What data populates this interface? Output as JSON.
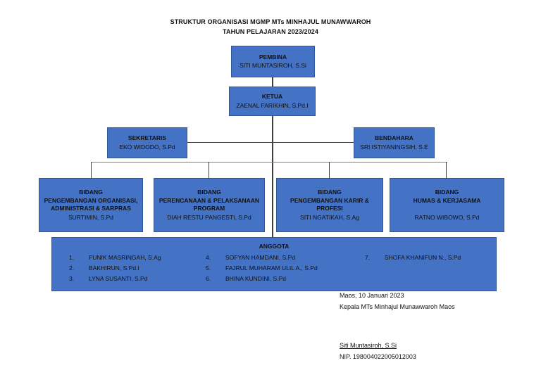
{
  "title": {
    "line1": "STRUKTUR ORGANISASI MGMP MTs MINHAJUL MUNAWWAROH",
    "line2": "TAHUN PELAJARAN 2023/2024"
  },
  "colors": {
    "box_fill": "#4472C4",
    "box_border": "#2F5597",
    "connector": "#404040",
    "text": "#121212"
  },
  "nodes": {
    "pembina": {
      "title": "PEMBINA",
      "name": "SITI MUNTASIROH, S.Si"
    },
    "ketua": {
      "title": "KETUA",
      "name": "ZAENAL FARIKHIN, S.Pd.I"
    },
    "sekretaris": {
      "title": "SEKRETARIS",
      "name": "EKO WIDODO, S.Pd"
    },
    "bendahara": {
      "title": "BENDAHARA",
      "name": "SRI ISTIYANINGSIH, S.E"
    },
    "bidang1": {
      "title": "BIDANG",
      "line1": "PENGEMBANGAN ORGANISASI,",
      "line2": "ADMINISTRASI & SARPRAS",
      "name": "SURTIMIN, S.Pd"
    },
    "bidang2": {
      "title": "BIDANG",
      "line1": "PERENCANAAN & PELAKSANAAN",
      "line2": "PROGRAM",
      "name": "DIAH RESTU PANGESTI, S.Pd"
    },
    "bidang3": {
      "title": "BIDANG",
      "line1": "PENGEMBANGAN KARIR &",
      "line2": "PROFESI",
      "name": "SITI NGATIKAH, S.Ag"
    },
    "bidang4": {
      "title": "BIDANG",
      "line1": "HUMAS & KERJASAMA",
      "line2": "",
      "name": "RATNO WIBOWO, S.Pd"
    }
  },
  "anggota": {
    "title": "ANGGOTA",
    "col1": [
      {
        "num": "1.",
        "name": "FUNIK MASRINGAH, S.Ag"
      },
      {
        "num": "2.",
        "name": "BAKHIRUN, S.Pd.I"
      },
      {
        "num": "3.",
        "name": "LYNA SUSANTI, S.Pd"
      }
    ],
    "col2": [
      {
        "num": "4.",
        "name": "SOFYAN HAMDANI, S.Pd"
      },
      {
        "num": "5.",
        "name": "FAJRUL MUHARAM ULIL A., S.Pd"
      },
      {
        "num": "6.",
        "name": "BHINA KUNDINI, S.Pd"
      }
    ],
    "col3": [
      {
        "num": "7.",
        "name": "SHOFA KHANIFUN N., S.Pd"
      }
    ]
  },
  "footer": {
    "place_date": "Maos, 10 Januari 2023",
    "role": "Kepala MTs Minhajul Munawwaroh Maos",
    "signer_name": "Siti Muntasiroh, S.Si",
    "nip": "NIP. 198004022005012003"
  }
}
